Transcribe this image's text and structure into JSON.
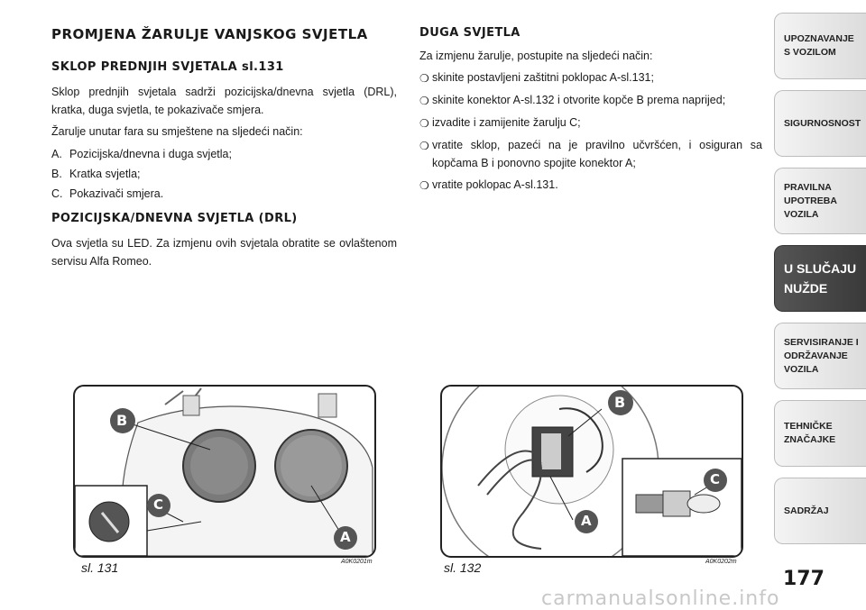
{
  "left": {
    "title": "PROMJENA ŽARULJE VANJSKOG SVJETLA",
    "section1_heading": "SKLOP PREDNJIH SVJETALA sl.131",
    "section1_p1": "Sklop prednjih svjetala sadrži pozicijska/dnevna svjetla (DRL), kratka, duga svjetla, te pokazivače smjera.",
    "section1_p2": "Žarulje unutar fara su smještene na sljedeći način:",
    "section1_list": [
      {
        "marker": "A.",
        "text": "Pozicijska/dnevna i duga svjetla;"
      },
      {
        "marker": "B.",
        "text": "Kratka svjetla;"
      },
      {
        "marker": "C.",
        "text": "Pokazivači smjera."
      }
    ],
    "section2_heading": "POZICIJSKA/DNEVNA SVJETLA (DRL)",
    "section2_p1": "Ova svjetla su LED. Za izmjenu ovih svjetala obratite se ovlaštenom servisu Alfa Romeo."
  },
  "right": {
    "heading": "DUGA SVJETLA",
    "intro": "Za izmjenu žarulje, postupite na sljedeći način:",
    "steps": [
      "skinite postavljeni zaštitni poklopac A-sl.131;",
      "skinite konektor A-sl.132 i otvorite kopče B prema naprijed;",
      "izvadite i zamijenite žarulju C;",
      "vratite sklop, pazeći na je pravilno učvršćen, i osiguran sa kopčama B i ponovno spojite konektor A;",
      "vratite poklopac A-sl.131."
    ]
  },
  "figures": [
    {
      "caption": "sl. 131",
      "code": "A0K0201m",
      "labels": [
        "B",
        "C",
        "A"
      ]
    },
    {
      "caption": "sl. 132",
      "code": "A0K0202m",
      "labels": [
        "B",
        "C",
        "A"
      ]
    }
  ],
  "sidebar": {
    "tabs": [
      {
        "label": "UPOZNAVANJE\nS VOZILOM"
      },
      {
        "label": "SIGURNOSNOST"
      },
      {
        "label": "PRAVILNA\nUPOTREBA\nVOZILA"
      },
      {
        "label": "U SLUČAJU\nNUŽDE"
      },
      {
        "label": "SERVISIRANJE I\nODRŽAVANJE\nVOZILA"
      },
      {
        "label": "TEHNIČKE\nZNAČAJKE"
      },
      {
        "label": "SADRŽAJ"
      }
    ],
    "active_index": 3
  },
  "page_number": "177",
  "watermark": "carmanualsonline.info",
  "colors": {
    "active_tab": "#444444",
    "tab": "#e6e6e6",
    "text": "#1a1a1a"
  }
}
